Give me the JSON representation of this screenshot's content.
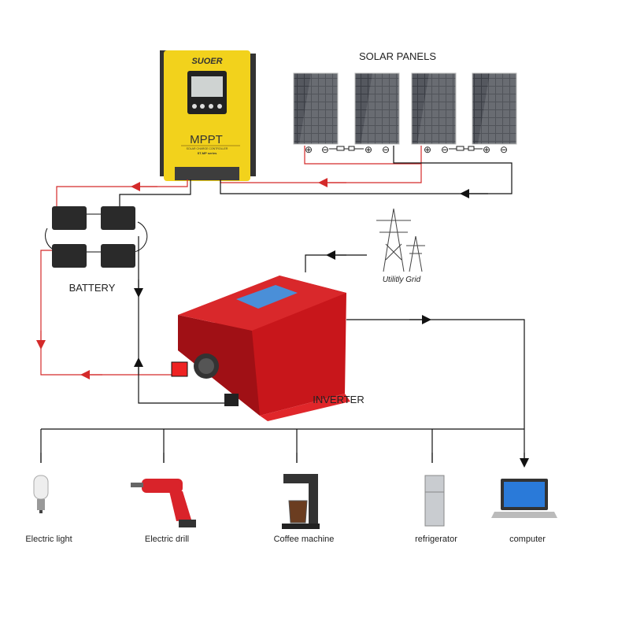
{
  "title": "SOLAR PANELS",
  "controller": {
    "brand": "SUOER",
    "model": "MPPT",
    "subtitle": "SOLAR CHARGE CONTROLLER",
    "series": "ST-MP series"
  },
  "battery_label": "BATTERY",
  "grid_label": "Utilitly Grid",
  "inverter_label": "INVERTER",
  "terminals": {
    "plus": "⊕",
    "minus": "⊖"
  },
  "appliances": [
    {
      "label": "Electric light",
      "icon": "bulb-icon"
    },
    {
      "label": "Electric drill",
      "icon": "drill-icon"
    },
    {
      "label": "Coffee machine",
      "icon": "coffee-machine-icon"
    },
    {
      "label": "refrigerator",
      "icon": "refrigerator-icon"
    },
    {
      "label": "computer",
      "icon": "laptop-icon"
    }
  ],
  "colors": {
    "dc_wire": "#d42a2a",
    "ac_wire": "#111111",
    "controller": "#f2d21c",
    "inverter": "#c8161b",
    "panel": "#3a3d44"
  }
}
